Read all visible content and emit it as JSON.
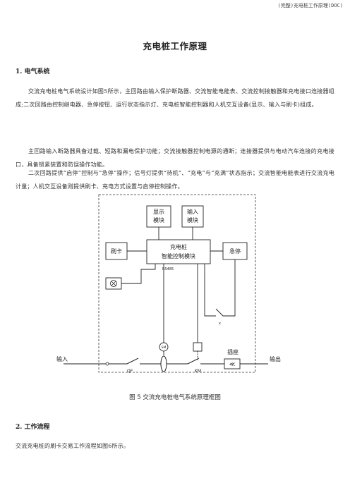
{
  "header": {
    "running_title": "(完整)充电桩工作原理(DOC)"
  },
  "doc": {
    "title": "充电桩工作原理",
    "section1": {
      "heading": "1. 电气系统",
      "p1": "交流充电桩电气系统设计如图5所示，主回路由输入保护断路器、交流智能电能表、交流控制接触器和充电接口连接器组成;二次回路由控制继电器、急停按钮、运行状态指示灯、充电桩智能控制器和人机交互设备(显示、输入与刷卡)组成。",
      "p2": "主回路输入断路器具备过载、短路和漏电保护功能；交流接触器控制电源的通断；连接器提供与电动汽车连接的充电接口，具备锁紧装置和防误操作功能。",
      "p3": "二次回路提供“启停”控制与“急停”操作；信号灯提供“待机”、“充电”与“充满”状态指示；交流智能电能表进行交流充电计量；人机交互设备则提供刷卡、充电方式设置与启停控制操作。"
    },
    "figure": {
      "display_module": [
        "显示",
        "模块"
      ],
      "input_module": [
        "输入",
        "模块"
      ],
      "card_reader": "刷卡",
      "controller": [
        "充电桩",
        "智能控制模块"
      ],
      "emergency_stop": "急停",
      "rs485": "RS485",
      "meter_symbol": "SM",
      "input_label": "输入",
      "output_label": "输出",
      "qf_label": "QF",
      "km_label": "KM",
      "socket_label": "插座",
      "x_mark": "x",
      "caption": "图 5  交流充电桩电气系统原理框图"
    },
    "section2": {
      "heading": "2. 工作流程",
      "p1": "交流充电桩的刷卡交易工作流程如图6所示。"
    }
  }
}
